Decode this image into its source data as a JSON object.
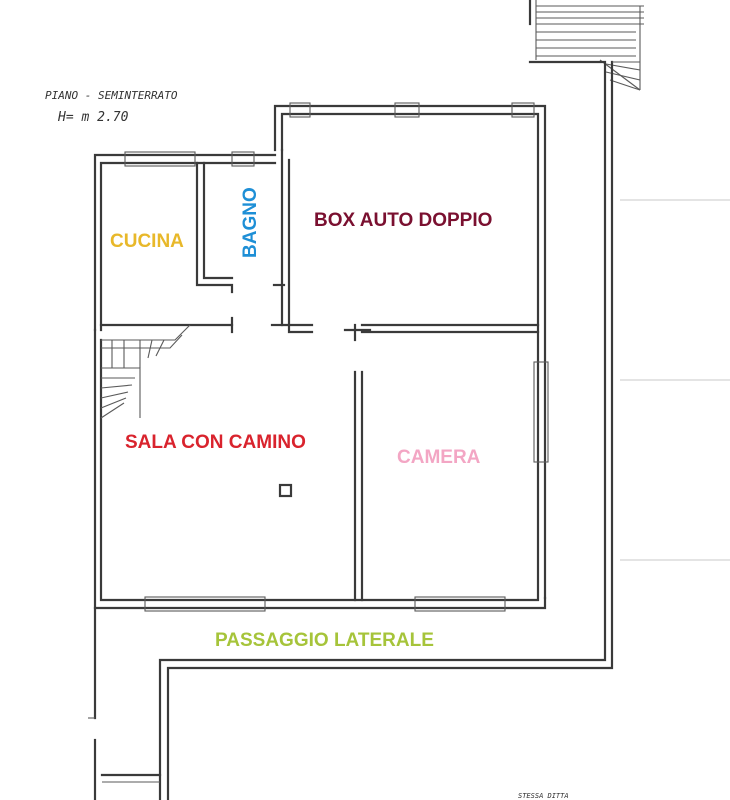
{
  "header": {
    "floor_label": "PIANO - SEMINTERRATO",
    "height_label": "H= m 2.70"
  },
  "footer": {
    "scribble": "STESSA DITTA"
  },
  "rooms": {
    "cucina": {
      "label": "CUCINA",
      "color": "#e8b82a"
    },
    "bagno": {
      "label": "BAGNO",
      "color": "#1e8fd6"
    },
    "box": {
      "label": "BOX AUTO DOPPIO",
      "color": "#7a1030"
    },
    "sala": {
      "label": "SALA CON CAMINO",
      "color": "#d9232d"
    },
    "camera": {
      "label": "CAMERA",
      "color": "#f3a6c4"
    },
    "passaggio": {
      "label": "PASSAGGIO LATERALE",
      "color": "#a6c43a"
    }
  }
}
